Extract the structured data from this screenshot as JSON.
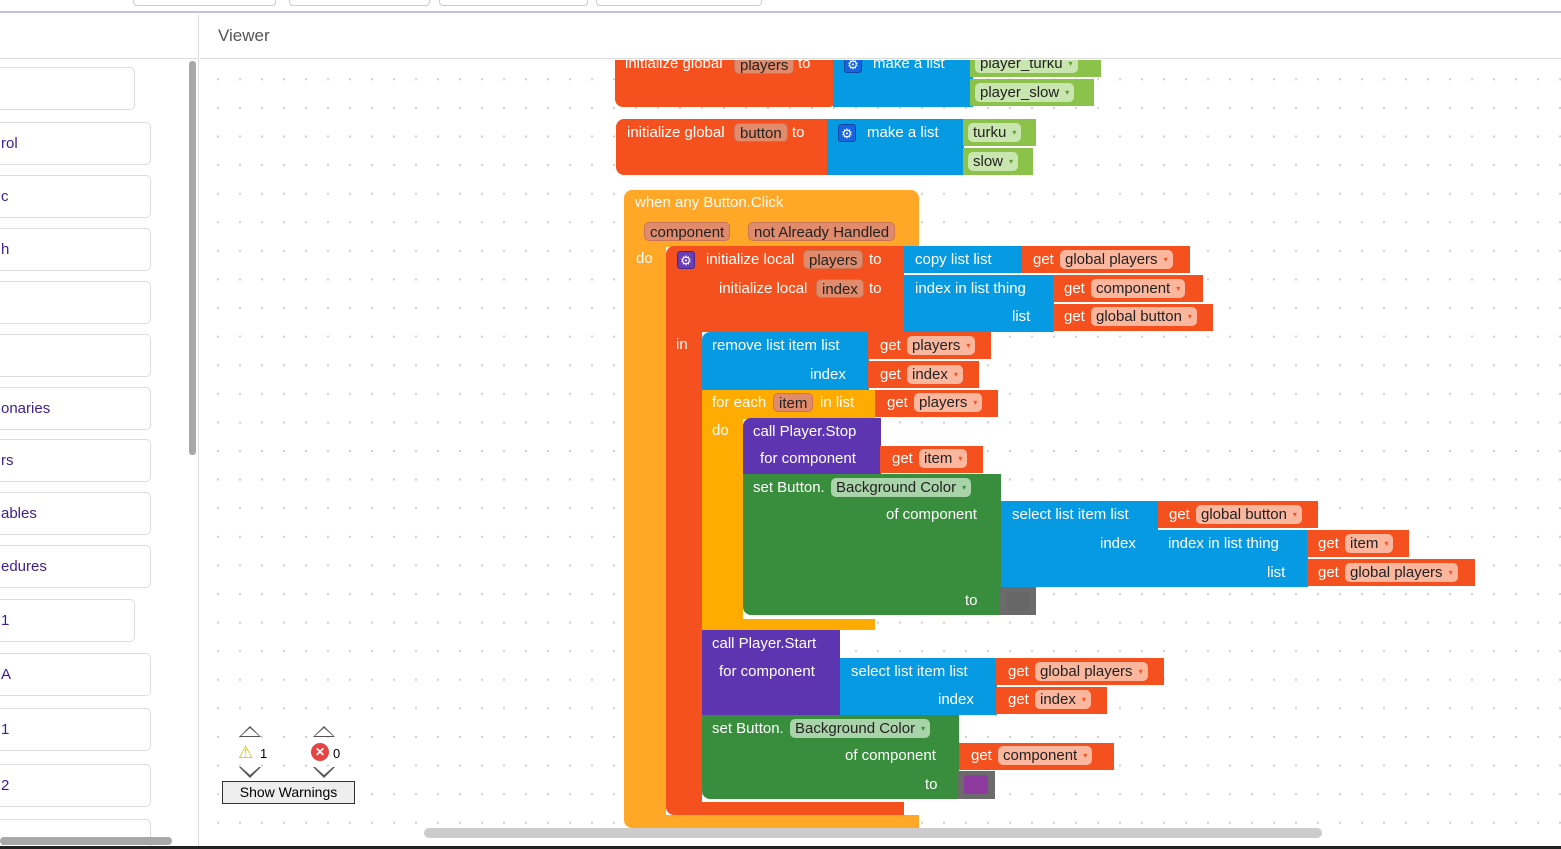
{
  "viewer": {
    "title": "Viewer"
  },
  "sidebar": {
    "items": [
      {
        "label": ""
      },
      {
        "label": "rol"
      },
      {
        "label": "c"
      },
      {
        "label": "h"
      },
      {
        "label": ""
      },
      {
        "label": ""
      },
      {
        "label": "onaries"
      },
      {
        "label": "rs"
      },
      {
        "label": "ables"
      },
      {
        "label": "edures"
      },
      {
        "label": "1"
      },
      {
        "label": "A"
      },
      {
        "label": "1"
      },
      {
        "label": "2"
      },
      {
        "label": "."
      }
    ]
  },
  "blocks": {
    "init_players": {
      "label": "initialize global",
      "var": "players",
      "to": "to",
      "make_list": "make a list",
      "items": [
        "player_turku",
        "player_slow"
      ]
    },
    "init_button": {
      "label": "initialize global",
      "var": "button",
      "to": "to",
      "make_list": "make a list",
      "items": [
        "turku",
        "slow"
      ]
    },
    "event": {
      "title": "when any Button.Click",
      "params": [
        "component",
        "not Already Handled"
      ],
      "do": "do",
      "local1": {
        "label": "initialize local",
        "var": "players",
        "to": "to",
        "op": "copy list  list",
        "get": "get",
        "get_var": "global players"
      },
      "local2": {
        "label": "initialize local",
        "var": "index",
        "to": "to",
        "op": "index in list  thing",
        "list_lbl": "list",
        "get": "get",
        "thing_var": "component",
        "list_var": "global button"
      },
      "in": "in",
      "remove": {
        "label": "remove list item  list",
        "index_lbl": "index",
        "get": "get",
        "list_var": "players",
        "index_var": "index"
      },
      "foreach": {
        "label": "for each",
        "var": "item",
        "in_list": "in list",
        "get": "get",
        "list_var": "players",
        "do": "do"
      },
      "stop": {
        "label": "call Player.Stop",
        "for_component": "for component",
        "get": "get",
        "var": "item"
      },
      "set1": {
        "label": "set Button.",
        "prop": "Background Color",
        "of_component": "of component",
        "to": "to",
        "select": "select list item  list",
        "index_lbl": "index",
        "get": "get",
        "list_var": "global button",
        "index_in_list": "index in list  thing",
        "list_lbl": "list",
        "thing_var": "item",
        "players_var": "global players",
        "color": "#666666"
      },
      "start": {
        "label": "call Player.Start",
        "for_component": "for component",
        "select": "select list item  list",
        "index_lbl": "index",
        "get": "get",
        "list_var": "global players",
        "index_var": "index"
      },
      "set2": {
        "label": "set Button.",
        "prop": "Background Color",
        "of_component": "of component",
        "to": "to",
        "get": "get",
        "var": "component",
        "color": "#8e3a9e"
      }
    }
  },
  "warnings": {
    "warning_count": "1",
    "error_count": "0",
    "button": "Show Warnings"
  },
  "icons": {
    "gear": "⚙",
    "dropdown": "▾",
    "warning": "⚠",
    "error": "✕"
  }
}
